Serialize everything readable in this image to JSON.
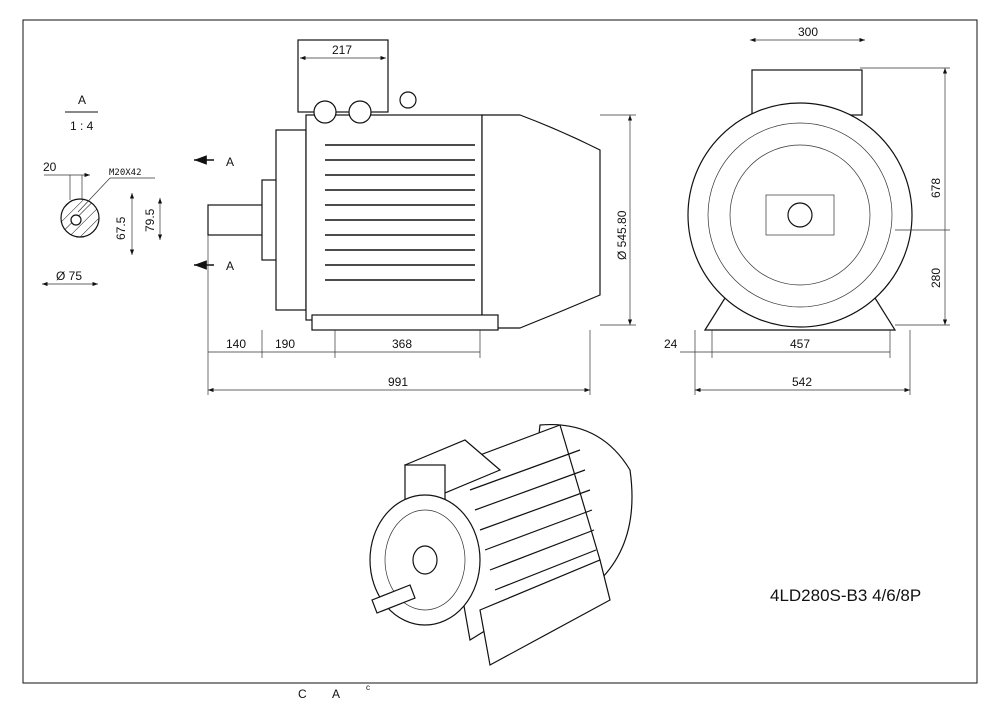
{
  "section": {
    "label": "A",
    "scale": "1 : 4",
    "key_width": "20",
    "thread": "M20X42",
    "dim_675": "67.5",
    "dim_795": "79.5",
    "shaft_dia": "Ø 75"
  },
  "front_view": {
    "section_mark_top": "A",
    "section_mark_bottom": "A",
    "box_width": "217",
    "dia": "Ø 545.80",
    "d140": "140",
    "d190": "190",
    "d368": "368",
    "overall": "991"
  },
  "side_view": {
    "box_width": "300",
    "height": "678",
    "shaft_height": "280",
    "foot_offset": "24",
    "foot_span": "457",
    "overall_width": "542"
  },
  "model": "4LD280S-B3 4/6/8P",
  "footer": {
    "c": "C",
    "a": "A",
    "mark": "c"
  }
}
